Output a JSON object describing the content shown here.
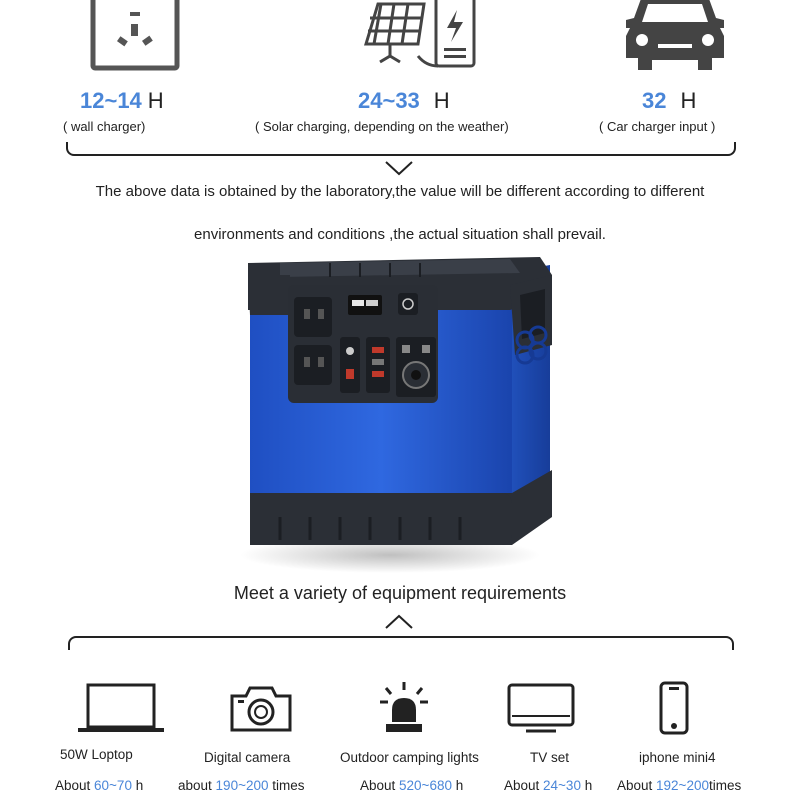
{
  "charging": [
    {
      "value": "12~14",
      "unit": "H",
      "note": "( wall charger)",
      "icon": "wall-socket-icon"
    },
    {
      "value": "24~33",
      "unit": "H",
      "note": "( Solar charging, depending on the weather)",
      "icon": "solar-panel-icon"
    },
    {
      "value": "32",
      "unit": "H",
      "note": "( Car charger input )",
      "icon": "car-icon"
    }
  ],
  "disclaimer": {
    "line1": "The above data is obtained by the laboratory,the value will be different according to different",
    "line2": "environments and conditions ,the actual situation shall prevail."
  },
  "product": {
    "icon": "portable-power-station",
    "body_color": "#2a5fd6"
  },
  "equipment_title": "Meet a variety of equipment requirements",
  "equipment": [
    {
      "name": "50W   Loptop",
      "prefix": "About ",
      "value": "60~70",
      "suffix": " h",
      "icon": "laptop-icon"
    },
    {
      "name": "Digital camera",
      "prefix": "about ",
      "value": "190~200",
      "suffix": " times",
      "icon": "camera-icon"
    },
    {
      "name": "Outdoor camping lights",
      "prefix": "About ",
      "value": "520~680",
      "suffix": " h",
      "icon": "camping-light-icon"
    },
    {
      "name": "TV set",
      "prefix": "About ",
      "value": "24~30",
      "suffix": " h",
      "icon": "tv-icon"
    },
    {
      "name": "iphone  mini4",
      "prefix": "About ",
      "value": "192~200",
      "suffix": "times",
      "icon": "phone-icon"
    }
  ],
  "colors": {
    "accent": "#4a86d8",
    "text": "#222222"
  }
}
